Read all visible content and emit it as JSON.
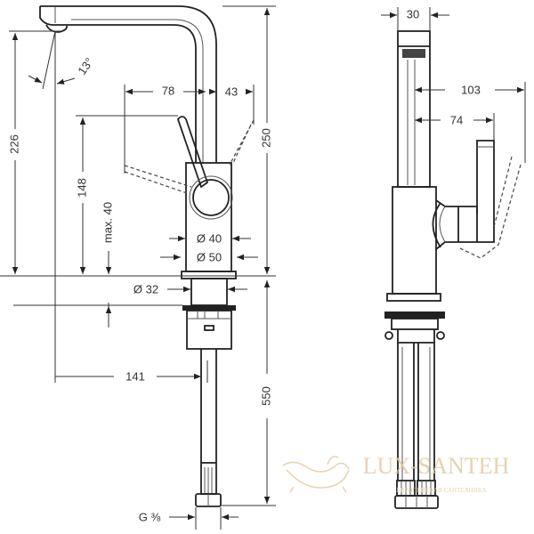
{
  "drawing": {
    "side_view": {
      "dimensions": {
        "height_spout": "226",
        "total_height": "250",
        "lever_height": "148",
        "max_thickness": "max. 40",
        "angle": "13°",
        "lever_reach": "78",
        "lever_back": "43",
        "body_diameter": "Ø 40",
        "base_diameter": "Ø 50",
        "shank_diameter": "Ø 32",
        "hose_length": "550",
        "spout_reach": "141",
        "thread": "G ⅜"
      }
    },
    "front_view": {
      "dimensions": {
        "spout_width": "30",
        "lever_open": "103",
        "lever_closed": "74"
      }
    }
  },
  "watermark": {
    "brand": "LUX-SANTEH",
    "tagline": "ЕВРОПЕЙСКАЯ САНТЕХНИКА",
    "color": "#e2cca4"
  }
}
